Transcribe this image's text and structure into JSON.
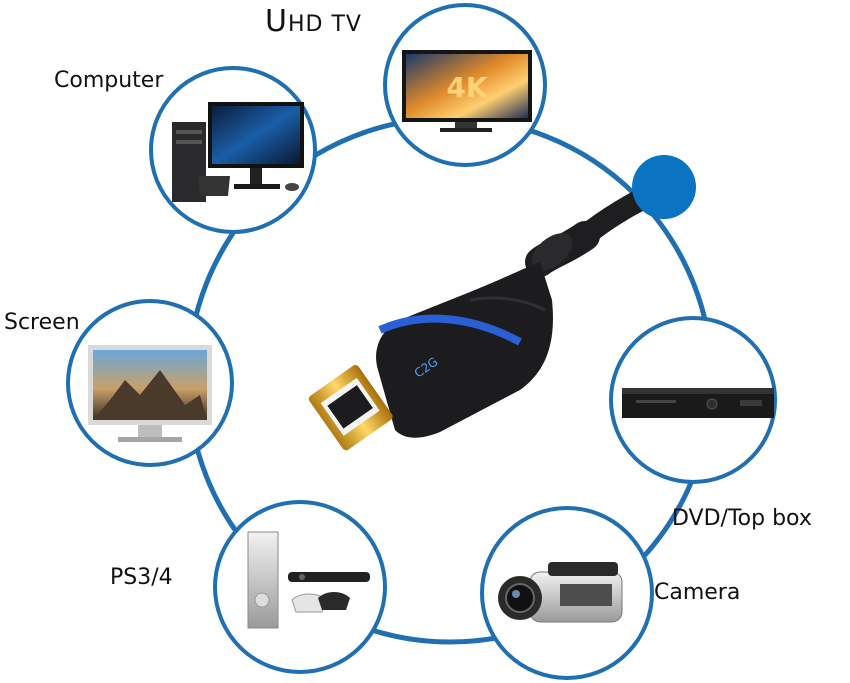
{
  "labels": {
    "uhd_big": "U",
    "uhd_rest": "HD TV",
    "computer": "Computer",
    "screen": "Screen",
    "ps": "PS3/4",
    "dvd": "DVD/Top box",
    "camera": "Camera"
  },
  "tv_screen_text": "4K",
  "connector_logo": "C2G",
  "colors": {
    "ring": "#1f6fb2",
    "hub": "#0a74c2",
    "cable": "#1e1e20",
    "accent_stripe": "#2a5fd6",
    "gold": "#e8b43a"
  },
  "devices": [
    {
      "name": "uhd-tv",
      "icon": "tv-icon"
    },
    {
      "name": "computer",
      "icon": "desktop-computer-icon"
    },
    {
      "name": "screen",
      "icon": "monitor-icon"
    },
    {
      "name": "ps3-4",
      "icon": "game-console-icon"
    },
    {
      "name": "camera",
      "icon": "camcorder-icon"
    },
    {
      "name": "dvd-top-box",
      "icon": "dvd-player-icon"
    }
  ]
}
